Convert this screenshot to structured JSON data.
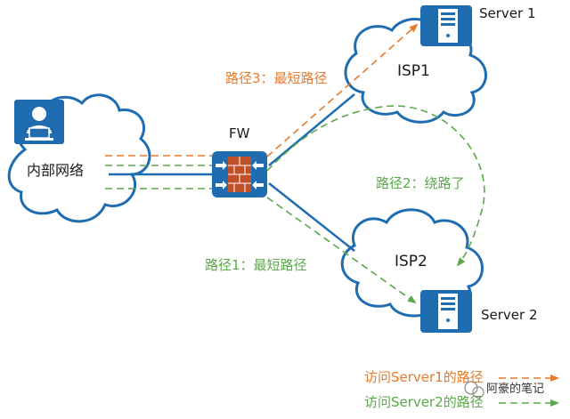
{
  "colors": {
    "orange": "#e8792a",
    "green": "#5aa84a",
    "blue": "#1f6db0",
    "cloud_stroke": "#1f6db0"
  },
  "nodes": {
    "internal_network": "内部网络",
    "fw": "FW",
    "isp1": "ISP1",
    "isp2": "ISP2",
    "server1": "Server 1",
    "server2": "Server 2"
  },
  "paths": {
    "path3": "路径3：最短路径",
    "path2": "路径2：绕路了",
    "path1": "路径1：最短路径"
  },
  "legend": {
    "server1_route": "访问Server1的路径",
    "server2_route": "访问Server2的路径"
  },
  "watermark": "阿豪的笔记",
  "icons": [
    "user-computer-icon",
    "firewall-icon",
    "server-icon"
  ]
}
